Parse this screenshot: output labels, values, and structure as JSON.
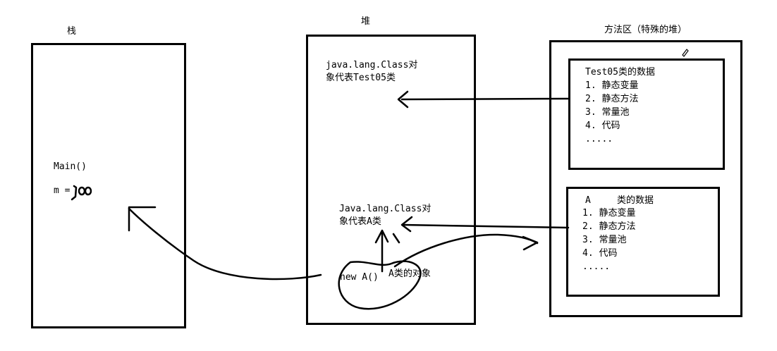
{
  "stack": {
    "title": "栈",
    "main_label": "Main()",
    "var_label": "m = "
  },
  "heap": {
    "title": "堆",
    "class_obj_test05_line1": "java.lang.Class对",
    "class_obj_test05_line2": "象代表Test05类",
    "class_obj_a_line1": "Java.lang.Class对",
    "class_obj_a_line2": "象代表A类",
    "new_a": "new A()",
    "a_instance": "A类的对象"
  },
  "method_area": {
    "title": "方法区（特殊的堆）",
    "test05_class": {
      "title": "Test05类的数据",
      "items": [
        "1. 静态变量",
        "2. 静态方法",
        "3. 常量池",
        "4. 代码"
      ],
      "ellipsis": "....."
    },
    "a_class": {
      "title_prefix": "A",
      "title_suffix": "类的数据",
      "items": [
        "1. 静态变量",
        "2. 静态方法",
        "3. 常量池",
        "4. 代码"
      ],
      "ellipsis": "....."
    }
  }
}
